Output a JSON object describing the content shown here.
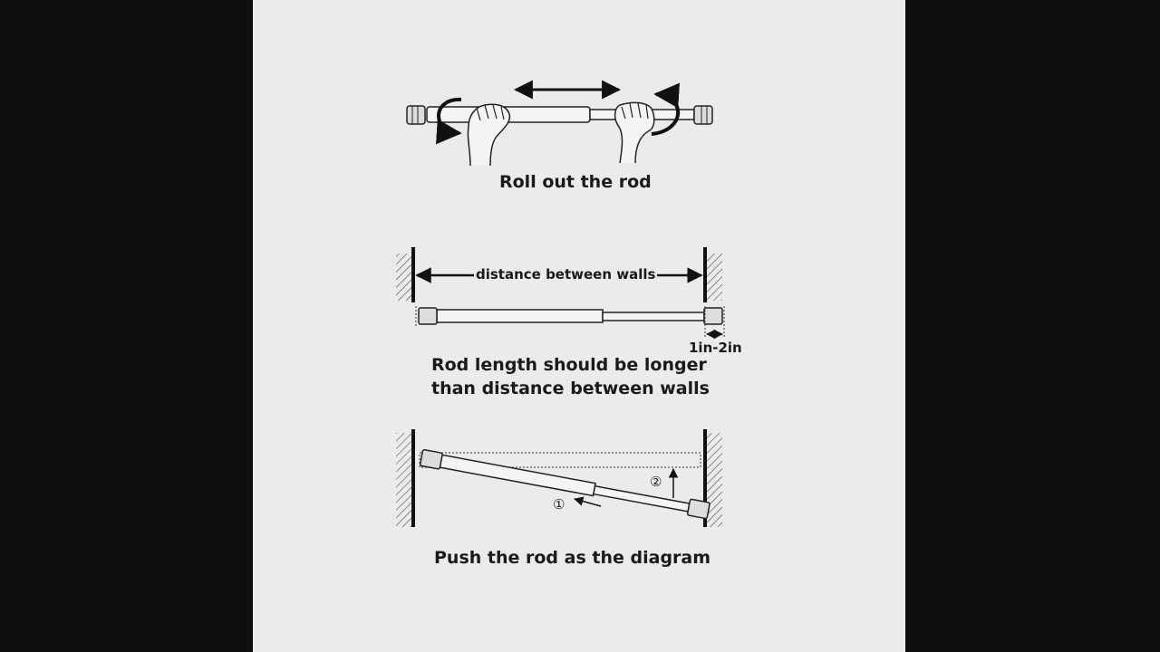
{
  "steps": [
    {
      "caption": "Roll out the rod"
    },
    {
      "caption_line1": "Rod length should be longer",
      "caption_line2": "than distance between walls",
      "distance_label": "distance between walls",
      "gap_label": "1in-2in"
    },
    {
      "caption": "Push the rod as the diagram",
      "marker_1": "①",
      "marker_2": "②"
    }
  ],
  "colors": {
    "background": "#0f0f0f",
    "panel": "#ebebeb",
    "ink": "#1a1a1a"
  }
}
